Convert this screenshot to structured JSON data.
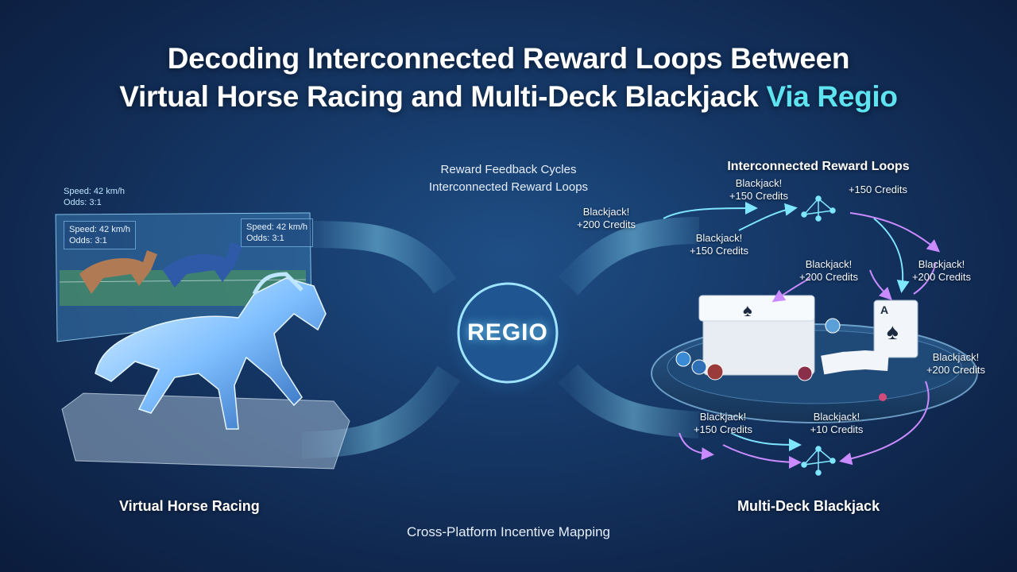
{
  "title": {
    "line1": "Decoding Interconnected Reward Loops Between",
    "line2_main": "Virtual Horse Racing and Multi-Deck Blackjack",
    "line2_accent": "Via Regio"
  },
  "center": {
    "top_line1": "Reward Feedback Cycles",
    "top_line2": "Interconnected Reward Loops",
    "hub": "REGIO",
    "bottom": "Cross-Platform Incentive Mapping"
  },
  "left": {
    "label": "Virtual Horse Racing",
    "hud": {
      "speed": "Speed: 42 km/h",
      "odds": "Odds: 3:1"
    },
    "panel_a": {
      "speed": "Speed: 42 km/h",
      "odds": "Odds: 3:1"
    },
    "panel_b": {
      "speed": "Speed: 42 km/h",
      "odds": "Odds: 3:1"
    }
  },
  "right": {
    "heading": "Interconnected Reward Loops",
    "label": "Multi-Deck Blackjack",
    "rewards": [
      {
        "line1": "Blackjack!",
        "line2": "+200 Credits"
      },
      {
        "line1": "Blackjack!",
        "line2": "+150 Credits"
      },
      {
        "line1": "",
        "line2": "+150 Credits"
      },
      {
        "line1": "Blackjack!",
        "line2": "+150 Credits"
      },
      {
        "line1": "Blackjack!",
        "line2": "+200 Credits"
      },
      {
        "line1": "Blackjack!",
        "line2": "+200 Credits"
      },
      {
        "line1": "Blackjack!",
        "line2": "+200 Credits"
      },
      {
        "line1": "Blackjack!",
        "line2": "+150 Credits"
      },
      {
        "line1": "Blackjack!",
        "line2": "+10 Credits"
      }
    ],
    "card_rank": "A"
  },
  "colors": {
    "accent": "#5ee3f0",
    "stream": "#7fd8ff",
    "loop_pink": "#c98bff"
  }
}
